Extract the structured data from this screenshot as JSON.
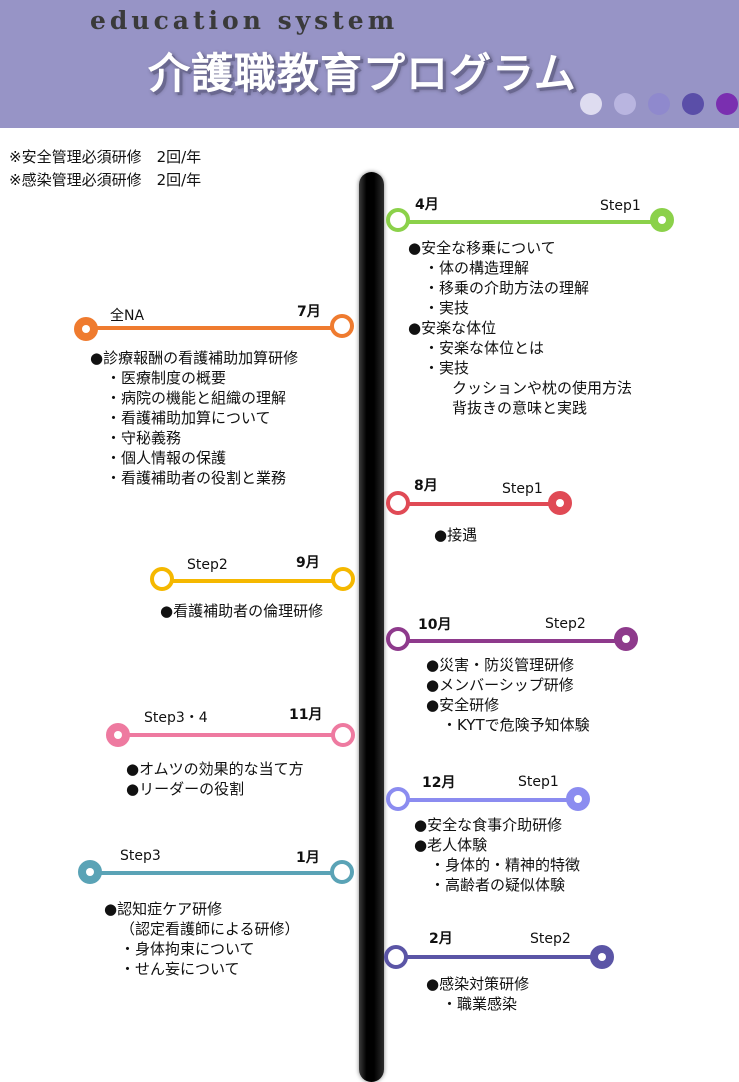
{
  "header": {
    "subtitle": "education  system",
    "title": "介護職教育プログラム",
    "dot_colors": [
      "#dedcf0",
      "#b9b5e0",
      "#8f89cd",
      "#5a4ea8",
      "#7a2fb0"
    ]
  },
  "notes": [
    "※安全管理必須研修　2回/年",
    "※感染管理必須研修　2回/年"
  ],
  "sessions": {
    "apr": {
      "month": "4月",
      "step": "Step1",
      "color": "#8bd14a",
      "items": [
        {
          "text": "●安全な移乗について",
          "level": 0
        },
        {
          "text": "・体の構造理解",
          "level": 1
        },
        {
          "text": "・移乗の介助方法の理解",
          "level": 1
        },
        {
          "text": "・実技",
          "level": 1
        },
        {
          "text": "●安楽な体位",
          "level": 0
        },
        {
          "text": "・安楽な体位とは",
          "level": 1
        },
        {
          "text": "・実技",
          "level": 1
        },
        {
          "text": "クッションや枕の使用方法",
          "level": 2
        },
        {
          "text": "背抜きの意味と実践",
          "level": 2
        }
      ]
    },
    "jul": {
      "month": "7月",
      "step": "全NA",
      "color": "#ef7b2f",
      "items": [
        {
          "text": "●診療報酬の看護補助加算研修",
          "level": 0
        },
        {
          "text": "・医療制度の概要",
          "level": 1
        },
        {
          "text": "・病院の機能と組織の理解",
          "level": 1
        },
        {
          "text": "・看護補助加算について",
          "level": 1
        },
        {
          "text": "・守秘義務",
          "level": 1
        },
        {
          "text": "・個人情報の保護",
          "level": 1
        },
        {
          "text": "・看護補助者の役割と業務",
          "level": 1
        }
      ]
    },
    "aug": {
      "month": "8月",
      "step": "Step1",
      "color": "#e04a55",
      "items": [
        {
          "text": "●接遇",
          "level": 0
        }
      ]
    },
    "sep": {
      "month": "9月",
      "step": "Step2",
      "color": "#f5b800",
      "items": [
        {
          "text": "●看護補助者の倫理研修",
          "level": 0
        }
      ]
    },
    "oct": {
      "month": "10月",
      "step": "Step2",
      "color": "#8e3a8c",
      "items": [
        {
          "text": "●災害・防災管理研修",
          "level": 0
        },
        {
          "text": "●メンバーシップ研修",
          "level": 0
        },
        {
          "text": "●安全研修",
          "level": 0
        },
        {
          "text": "・KYTで危険予知体験",
          "level": 1
        }
      ]
    },
    "nov": {
      "month": "11月",
      "step": "Step3・4",
      "color": "#ee7aa0",
      "items": [
        {
          "text": "●オムツの効果的な当て方",
          "level": 0
        },
        {
          "text": "●リーダーの役割",
          "level": 0
        }
      ]
    },
    "dec": {
      "month": "12月",
      "step": "Step1",
      "color": "#8b8cf0",
      "items": [
        {
          "text": "●安全な食事介助研修",
          "level": 0
        },
        {
          "text": "●老人体験",
          "level": 0
        },
        {
          "text": "・身体的・精神的特徴",
          "level": 1
        },
        {
          "text": "・高齢者の疑似体験",
          "level": 1
        }
      ]
    },
    "jan": {
      "month": "1月",
      "step": "Step3",
      "color": "#5aa3b6",
      "items": [
        {
          "text": "●認知症ケア研修",
          "level": 0
        },
        {
          "text": "（認定看護師による研修）",
          "level": 1
        },
        {
          "text": "・身体拘束について",
          "level": 1
        },
        {
          "text": "・せん妄について",
          "level": 1
        }
      ]
    },
    "feb": {
      "month": "2月",
      "step": "Step2",
      "color": "#5b55a6",
      "items": [
        {
          "text": "●感染対策研修",
          "level": 0
        },
        {
          "text": "・職業感染",
          "level": 1
        }
      ]
    }
  }
}
